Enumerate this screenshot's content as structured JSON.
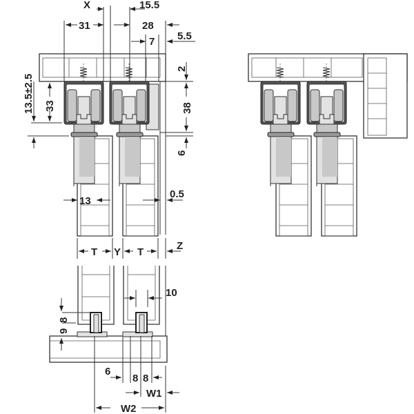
{
  "title": "Sliding door fitting – installation dimensions",
  "dimensions": {
    "x": "X",
    "d15_5": "15.5",
    "d31": "31",
    "d28": "28",
    "d5_5": "5.5",
    "d7": "7",
    "d2": "2",
    "d13_5": "13.5±2.5",
    "d33": "33",
    "d38": "38",
    "d6_top": "6",
    "d13": "13",
    "d0_5": "0.5",
    "t1": "T",
    "y": "Y",
    "t2": "T",
    "z": "Z",
    "d10": "10",
    "d9": "9",
    "d8_v": "8",
    "d6_bot": "6",
    "d8_a": "8",
    "d8_b": "8",
    "w1": "W1",
    "w2": "W2"
  },
  "colors": {
    "line": "#333333",
    "part": "#c8c8c8",
    "background": "#ffffff"
  }
}
